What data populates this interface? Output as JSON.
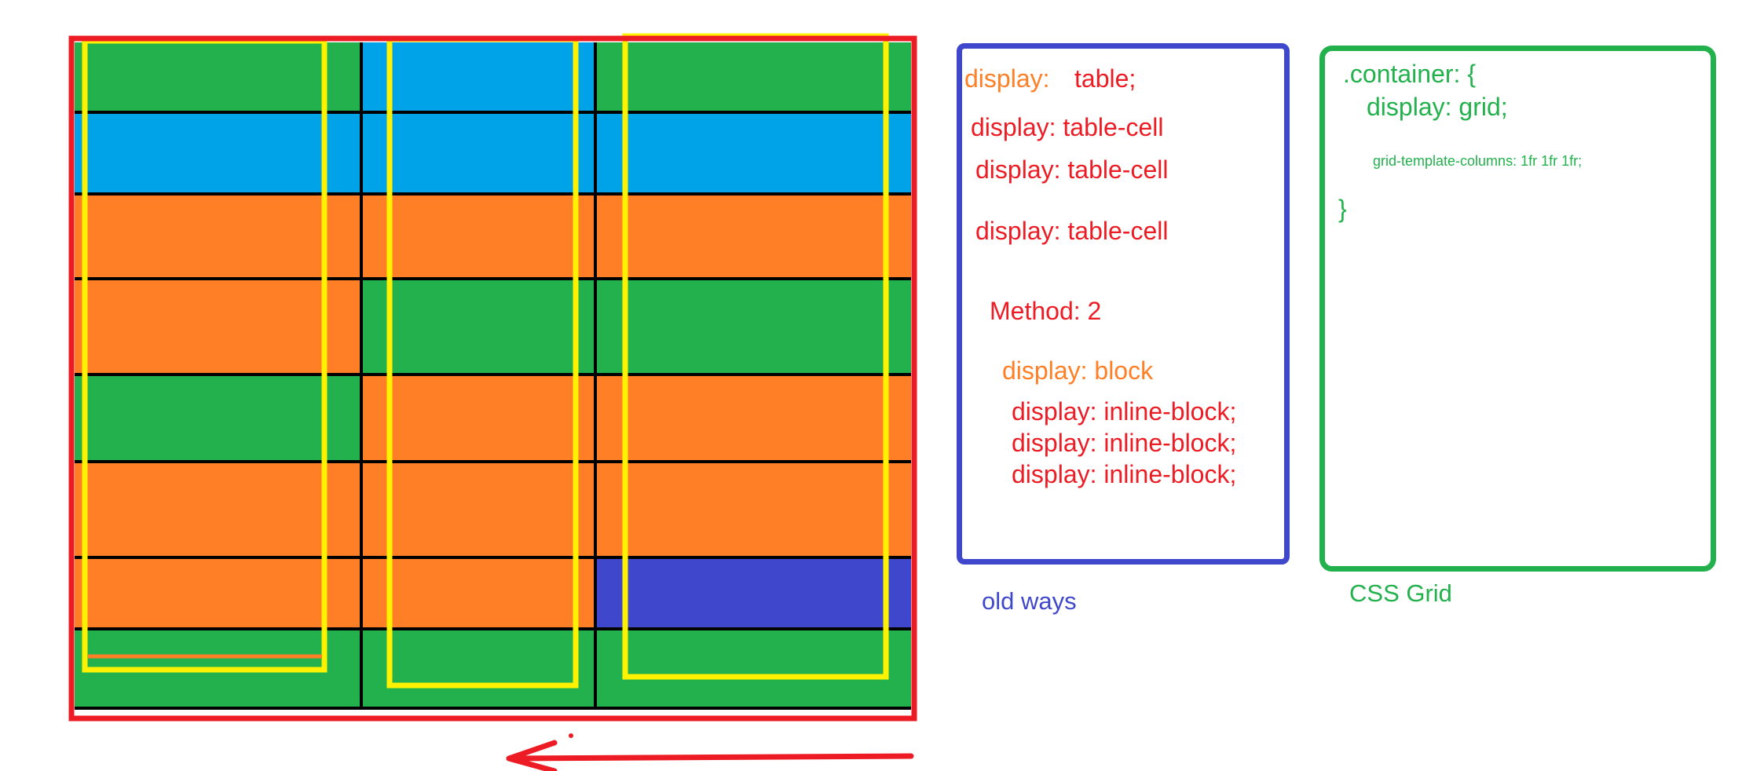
{
  "colors": {
    "green": "#22b14c",
    "blue": "#00a2e8",
    "orange": "#ff7f27",
    "indigo": "#3f48cc",
    "yellow": "#fff200",
    "red": "#ed1c24",
    "black": "#000000"
  },
  "grid": {
    "rows": [
      [
        "green",
        "blue",
        "green"
      ],
      [
        "blue",
        "blue",
        "blue"
      ],
      [
        "orange",
        "orange",
        "orange"
      ],
      [
        "orange",
        "green",
        "green"
      ],
      [
        "green",
        "orange",
        "orange"
      ],
      [
        "orange",
        "orange",
        "orange"
      ],
      [
        "orange",
        "orange",
        "indigo"
      ],
      [
        "green",
        "green",
        "green"
      ]
    ]
  },
  "old_ways": {
    "line1_prop": "display:",
    "line1_val": "table;",
    "cell1": "display: table-cell",
    "cell2": "display: table-cell",
    "cell3": "display: table-cell",
    "method": "Method: 2",
    "block": "display: block",
    "inline1": "display: inline-block;",
    "inline2": "display: inline-block;",
    "inline3": "display: inline-block;",
    "caption": "old ways"
  },
  "css_grid": {
    "selector": ".container: {",
    "display": "display: grid;",
    "columns": "grid-template-columns: 1fr 1fr 1fr;",
    "close": "}",
    "caption": "CSS Grid"
  }
}
